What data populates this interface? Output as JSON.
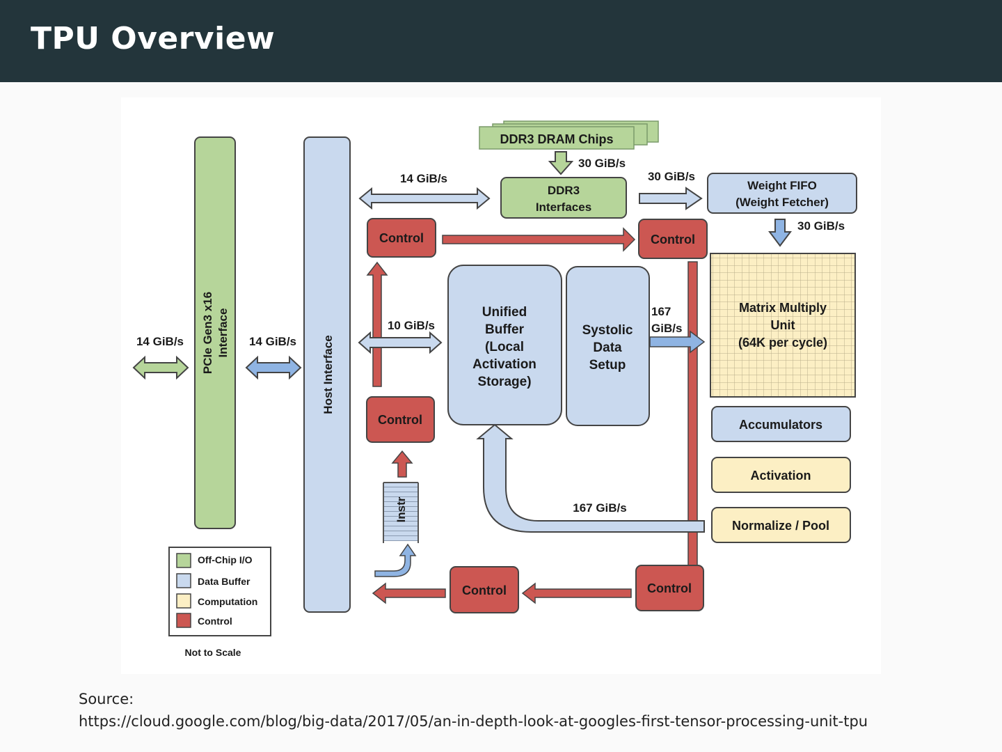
{
  "slide": {
    "title": "TPU Overview",
    "source_label": "Source:",
    "source_url": "https://cloud.google.com/blog/big-data/2017/05/an-in-depth-look-at-googles-first-tensor-processing-unit-tpu"
  },
  "colors": {
    "header_bg": "#23353b",
    "off_chip_io": "#b6d59a",
    "data_buffer": "#c9d9ee",
    "computation": "#fcefc4",
    "control": "#cc5752",
    "arrow_blue": "#8fb4e3"
  },
  "diagram": {
    "blocks": {
      "pcie": "PCIe Gen3 x16",
      "pcie_line2": "Interface",
      "host_interface": "Host Interface",
      "dram_chips": "DDR3 DRAM Chips",
      "ddr3_interfaces_l1": "DDR3",
      "ddr3_interfaces_l2": "Interfaces",
      "weight_fifo_l1": "Weight FIFO",
      "weight_fifo_l2": "(Weight Fetcher)",
      "unified_buffer": [
        "Unified",
        "Buffer",
        "(Local",
        "Activation",
        "Storage)"
      ],
      "systolic": [
        "Systolic",
        "Data",
        "Setup"
      ],
      "mmu": [
        "Matrix Multiply",
        "Unit",
        "(64K per cycle)"
      ],
      "accumulators": "Accumulators",
      "activation": "Activation",
      "normalize_pool": "Normalize / Pool",
      "instr": "Instr",
      "control": "Control"
    },
    "bandwidths": {
      "external": "14 GiB/s",
      "pcie_host": "14 GiB/s",
      "host_ddr": "14 GiB/s",
      "dram_ddr": "30 GiB/s",
      "ddr_fifo": "30 GiB/s",
      "fifo_mmu": "30 GiB/s",
      "host_ub": "10 GiB/s",
      "systolic_mmu_l1": "167",
      "systolic_mmu_l2": "GiB/s",
      "pool_ub": "167 GiB/s"
    },
    "legend": {
      "items": [
        {
          "label": "Off-Chip I/O",
          "color": "#b6d59a"
        },
        {
          "label": "Data Buffer",
          "color": "#c9d9ee"
        },
        {
          "label": "Computation",
          "color": "#fcefc4"
        },
        {
          "label": "Control",
          "color": "#cc5752"
        }
      ],
      "note": "Not to Scale"
    }
  }
}
